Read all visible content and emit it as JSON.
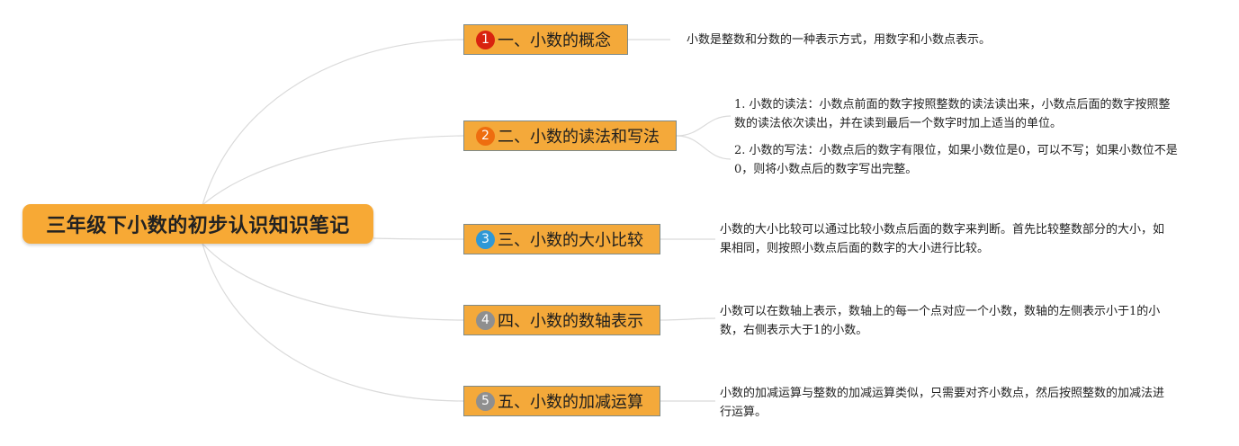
{
  "root": {
    "title": "三年级下小数的初步认识知识笔记"
  },
  "branches": [
    {
      "number": "1",
      "badge_color": "#d9230f",
      "title": "一、小数的概念",
      "notes": [
        "小数是整数和分数的一种表示方式，用数字和小数点表示。"
      ]
    },
    {
      "number": "2",
      "badge_color": "#ee6d0f",
      "title": "二、小数的读法和写法",
      "notes": [
        "1. 小数的读法：小数点前面的数字按照整数的读法读出来，小数点后面的数字按照整数的读法依次读出，并在读到最后一个数字时加上适当的单位。",
        "2. 小数的写法：小数点后的数字有限位，如果小数位是0，可以不写；如果小数位不是0，则将小数点后的数字写出完整。"
      ]
    },
    {
      "number": "3",
      "badge_color": "#2f98d6",
      "title": "三、小数的大小比较",
      "notes": [
        "小数的大小比较可以通过比较小数点后面的数字来判断。首先比较整数部分的大小，如果相同，则按照小数点后面的数字的大小进行比较。"
      ]
    },
    {
      "number": "4",
      "badge_color": "#8f8f8f",
      "title": "四、小数的数轴表示",
      "notes": [
        "小数可以在数轴上表示，数轴上的每一个点对应一个小数，数轴的左侧表示小于1的小数，右侧表示大于1的小数。"
      ]
    },
    {
      "number": "5",
      "badge_color": "#8f8f8f",
      "title": "五、小数的加减运算",
      "notes": [
        "小数的加减运算与整数的加减运算类似，只需要对齐小数点，然后按照整数的加减法进行运算。"
      ]
    }
  ],
  "colors": {
    "root_fill": "#f7a935",
    "branch_fill": "#f4a93a",
    "link": "#d9d9d9"
  }
}
